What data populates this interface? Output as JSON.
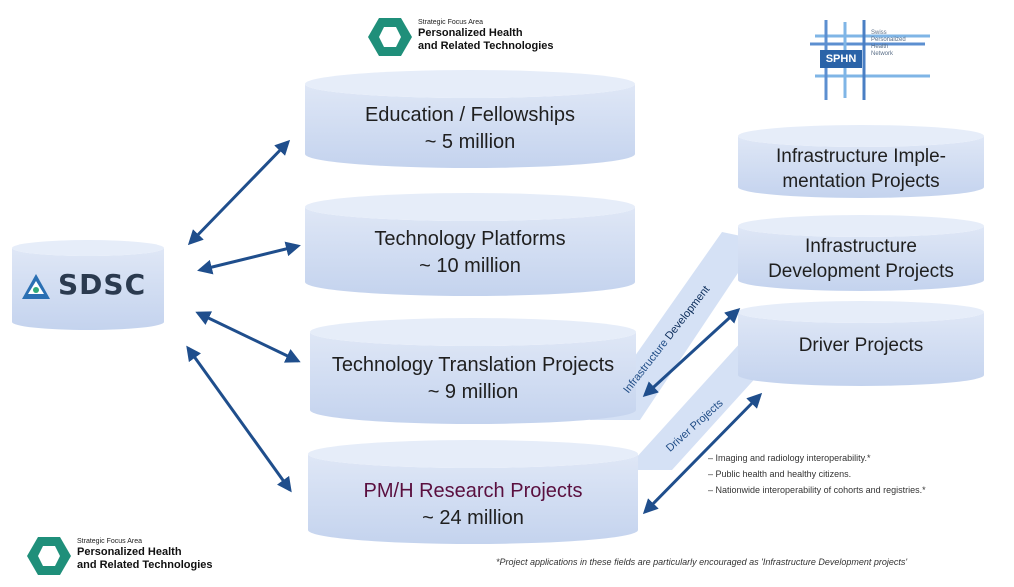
{
  "top_logo": {
    "small": "Strategic Focus Area",
    "line1": "Personalized Health",
    "line2": "and Related Technologies"
  },
  "bottom_logo": {
    "small": "Strategic Focus Area",
    "line1": "Personalized Health",
    "line2": "and Related Technologies"
  },
  "sdsc": {
    "label": "SDSC"
  },
  "sphn": {
    "box": "SPHN",
    "sub": [
      "Swiss",
      "Personalized",
      "Health",
      "Network"
    ]
  },
  "cylinders": {
    "education": {
      "name": "Education / Fellowships",
      "amount": "~ 5 million"
    },
    "platforms": {
      "name": "Technology Platforms",
      "amount": "~ 10 million"
    },
    "translation": {
      "name": "Technology Translation Projects",
      "amount": "~ 9 million"
    },
    "research": {
      "name": "PM/H Research Projects",
      "amount": "~ 24 million"
    },
    "infra_impl": {
      "line1": "Infrastructure Imple-",
      "line2": "mentation Projects"
    },
    "infra_dev": {
      "line1": "Infrastructure",
      "line2": "Development Projects"
    },
    "driver": {
      "name": "Driver Projects"
    }
  },
  "diagonal_labels": {
    "infra_a": "Infrastructure ",
    "infra_b": "Development",
    "driver": "Driver Projects"
  },
  "bullets": [
    "Imaging and radiology interoperability.*",
    "Public health and healthy citizens.",
    "Nationwide interoperability of cohorts and registries.*"
  ],
  "footnote": "*Project applications in these fields are particularly encouraged as 'Infrastructure Development projects'",
  "colors": {
    "cylinder_fill": "#cfdcf2",
    "cylinder_top": "#e6edf9",
    "arrow": "#1f4e8c",
    "band": "#d5e1f5"
  }
}
